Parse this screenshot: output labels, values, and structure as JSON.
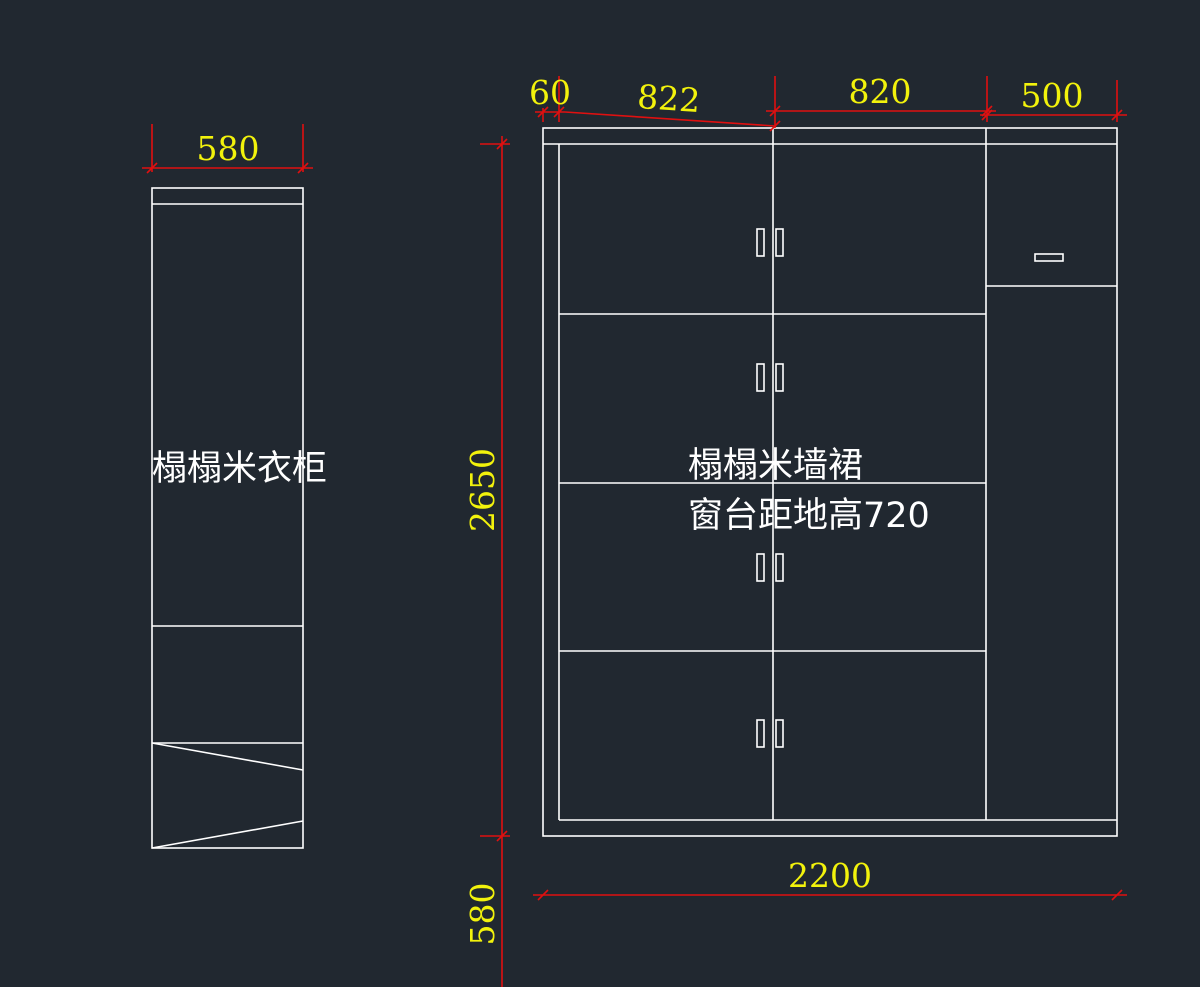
{
  "drawing": {
    "wardrobe": {
      "label": "榻榻米衣柜",
      "width_dim": "580"
    },
    "wall_skirt": {
      "label": "榻榻米墙裙",
      "note": "窗台距地高720",
      "dims_top": [
        "60",
        "822",
        "820",
        "500"
      ],
      "overall_width": "2200",
      "height_upper": "2650",
      "height_lower": "580"
    },
    "colors": {
      "background": "#212830",
      "linework": "#ffffff",
      "dimension_lines": "#e01010",
      "dimension_text": "#f2f20c"
    }
  }
}
